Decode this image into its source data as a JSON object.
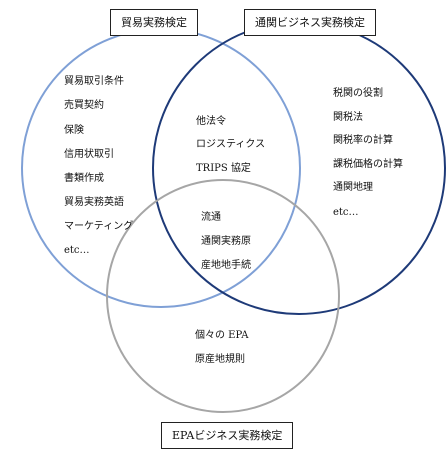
{
  "labels": {
    "boeki": "貿易実務検定",
    "tsukan": "通関ビジネス実務検定",
    "epa": "EPAビジネス実務検定"
  },
  "regions": {
    "boeki_only": [
      "貿易取引条件",
      "売買契約",
      "保険",
      "信用状取引",
      "書類作成",
      "貿易実務英語",
      "マーケティング",
      "etc…"
    ],
    "tsukan_only": [
      "税関の役割",
      "関税法",
      "関税率の計算",
      "課税価格の計算",
      "通関地理",
      "etc…"
    ],
    "boeki_tsukan": [
      "他法令",
      "ロジスティクス",
      "TRIPS 協定"
    ],
    "all_three": [
      "流通",
      "通関実務原",
      "産地地手続"
    ],
    "epa_only": [
      "個々の EPA",
      "原産地規則"
    ]
  },
  "colors": {
    "boeki_circle": "#7fa0d6",
    "tsukan_circle": "#1e3a78",
    "epa_circle": "#a6a6a6"
  }
}
